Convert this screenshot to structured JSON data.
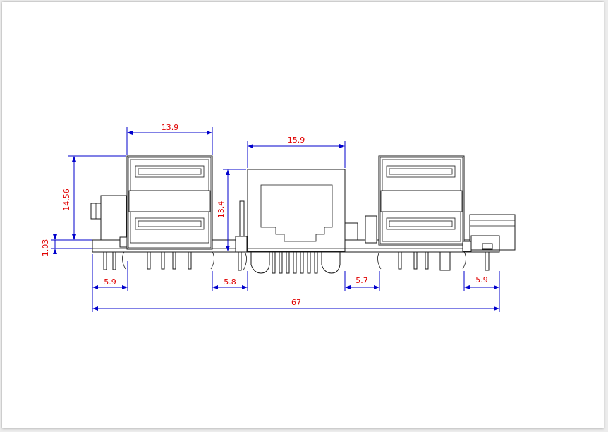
{
  "drawing": {
    "dimensions": {
      "usb_left_width": "13.9",
      "ethernet_width": "15.9",
      "usb_height": "14.56",
      "ethernet_height": "13.4",
      "board_thickness": "1.03",
      "left_gap": "5.9",
      "gap_usb_to_ethernet": "5.8",
      "gap_ethernet_to_usb": "5.7",
      "right_gap": "5.9",
      "total_width": "67"
    }
  }
}
